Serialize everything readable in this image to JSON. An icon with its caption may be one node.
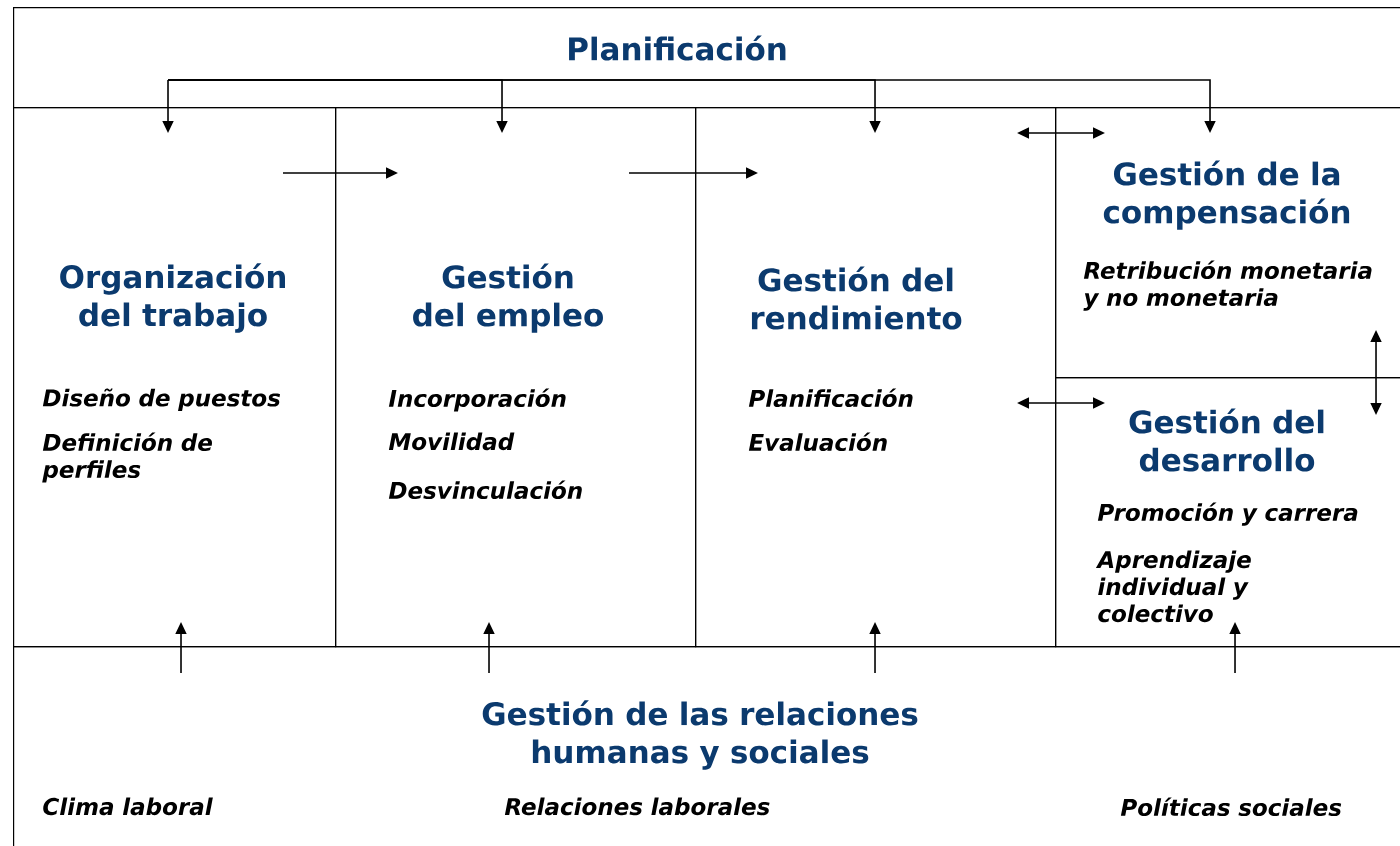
{
  "diagram": {
    "nodes": [
      {
        "text": [
          "Planificación"
        ]
      },
      {
        "text": [
          "Organización del trabajo",
          "Diseño de puestos",
          "Definición de perfiles"
        ]
      },
      {
        "text": [
          "Gestión del empleo",
          "Incorporación",
          "Movilidad",
          "Desvinculación"
        ]
      },
      {
        "text": [
          "Gestión del rendimiento",
          "Planificación",
          "Evaluación"
        ]
      },
      {
        "text": [
          "Gestión de la compensación",
          "Retribución monetaria y no monetaria"
        ]
      },
      {
        "text": [
          "Gestión del desarrollo",
          "Promoción y carrera",
          "Aprendizaje individual y colectivo"
        ]
      },
      {
        "text": [
          "Gestión de las relaciones humanas y sociales",
          "Clima laboral",
          "Relaciones laborales",
          "Políticas sociales"
        ]
      }
    ],
    "edges": [
      {
        "from": 0,
        "to": 1,
        "arrow": "to"
      },
      {
        "from": 0,
        "to": 2,
        "arrow": "to"
      },
      {
        "from": 0,
        "to": 3,
        "arrow": "to"
      },
      {
        "from": 0,
        "to": 4,
        "arrow": "to"
      },
      {
        "from": 1,
        "to": 2,
        "arrow": "to"
      },
      {
        "from": 2,
        "to": 3,
        "arrow": "to"
      },
      {
        "from": 3,
        "to": 4,
        "arrow": "both"
      },
      {
        "from": 3,
        "to": 5,
        "arrow": "both"
      },
      {
        "from": 4,
        "to": 5,
        "arrow": "both"
      },
      {
        "from": 6,
        "to": 1,
        "arrow": "to"
      },
      {
        "from": 6,
        "to": 2,
        "arrow": "to"
      },
      {
        "from": 6,
        "to": 3,
        "arrow": "to"
      },
      {
        "from": 6,
        "to": 5,
        "arrow": "to"
      }
    ]
  }
}
